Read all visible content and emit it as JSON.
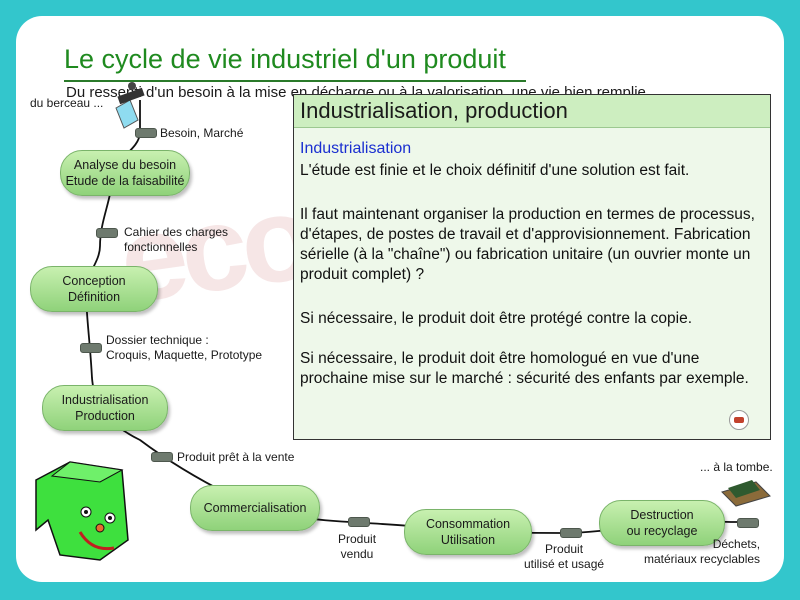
{
  "title": "Le cycle de vie industriel d'un produit",
  "subtitle": "Du ressenti d'un besoin à la mise en décharge ou à la valorisation, une vie bien remplie.",
  "watermark": "eco",
  "start_label": "du berceau ...",
  "end_label": "... à la tombe.",
  "stages": [
    {
      "label": "Analyse du besoin\nEtude de la faisabilité"
    },
    {
      "label": "Conception\nDéfinition"
    },
    {
      "label": "Industrialisation\nProduction"
    },
    {
      "label": "Commercialisation"
    },
    {
      "label": "Consommation\nUtilisation"
    },
    {
      "label": "Destruction\nou recyclage"
    }
  ],
  "deliverables": [
    {
      "label": "Besoin, Marché"
    },
    {
      "label": "Cahier des charges\nfonctionnelles"
    },
    {
      "label": "Dossier technique :\nCroquis, Maquette, Prototype"
    },
    {
      "label": "Produit prêt à la vente"
    },
    {
      "label": "Produit\nvendu"
    },
    {
      "label": "Produit\nutilisé et usagé"
    },
    {
      "label": "Déchets,\nmatériaux recyclables"
    }
  ],
  "panel": {
    "title": "Industrialisation, production",
    "heading": "Industrialisation",
    "paragraphs": [
      "L'étude est finie et le choix définitif d'une solution est fait.",
      "Il faut maintenant organiser la production en termes de processus, d'étapes, de postes de travail et d'approvisionnement.  Fabrication sérielle (à la \"chaîne\") ou fabrication unitaire (un ouvrier monte un produit complet) ?",
      "Si nécessaire, le produit doit être protégé contre la copie.",
      "Si nécessaire, le produit doit être homologué en vue d'une prochaine mise sur le marché : sécurité des enfants par exemple."
    ]
  },
  "colors": {
    "background": "#33c6cc",
    "title": "#1f8a1f",
    "node_fill": "#a8e08e",
    "panel_heading": "#1a2fd0"
  }
}
